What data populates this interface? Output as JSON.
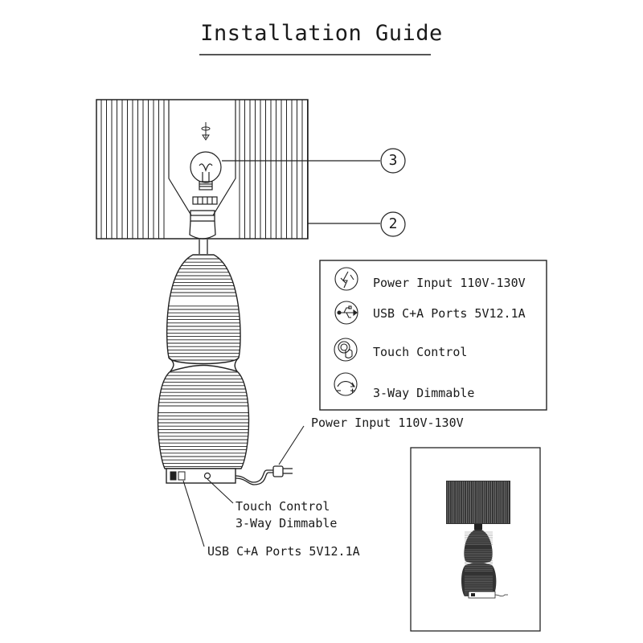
{
  "title": "Installation Guide",
  "callouts": [
    {
      "number": "3"
    },
    {
      "number": "2"
    }
  ],
  "legend": [
    {
      "icon": "lightning-plug-icon",
      "label": "Power Input 110V-130V"
    },
    {
      "icon": "usb-icon",
      "label": "USB C+A Ports 5V12.1A"
    },
    {
      "icon": "touch-finger-icon",
      "label": "Touch Control"
    },
    {
      "icon": "dimmer-dial-icon",
      "label": "3-Way Dimmable"
    }
  ],
  "annotations": {
    "power": "Power Input 110V-130V",
    "touch": "Touch Control",
    "dimmable": "3-Way Dimmable",
    "usb": "USB C+A Ports 5V12.1A"
  }
}
